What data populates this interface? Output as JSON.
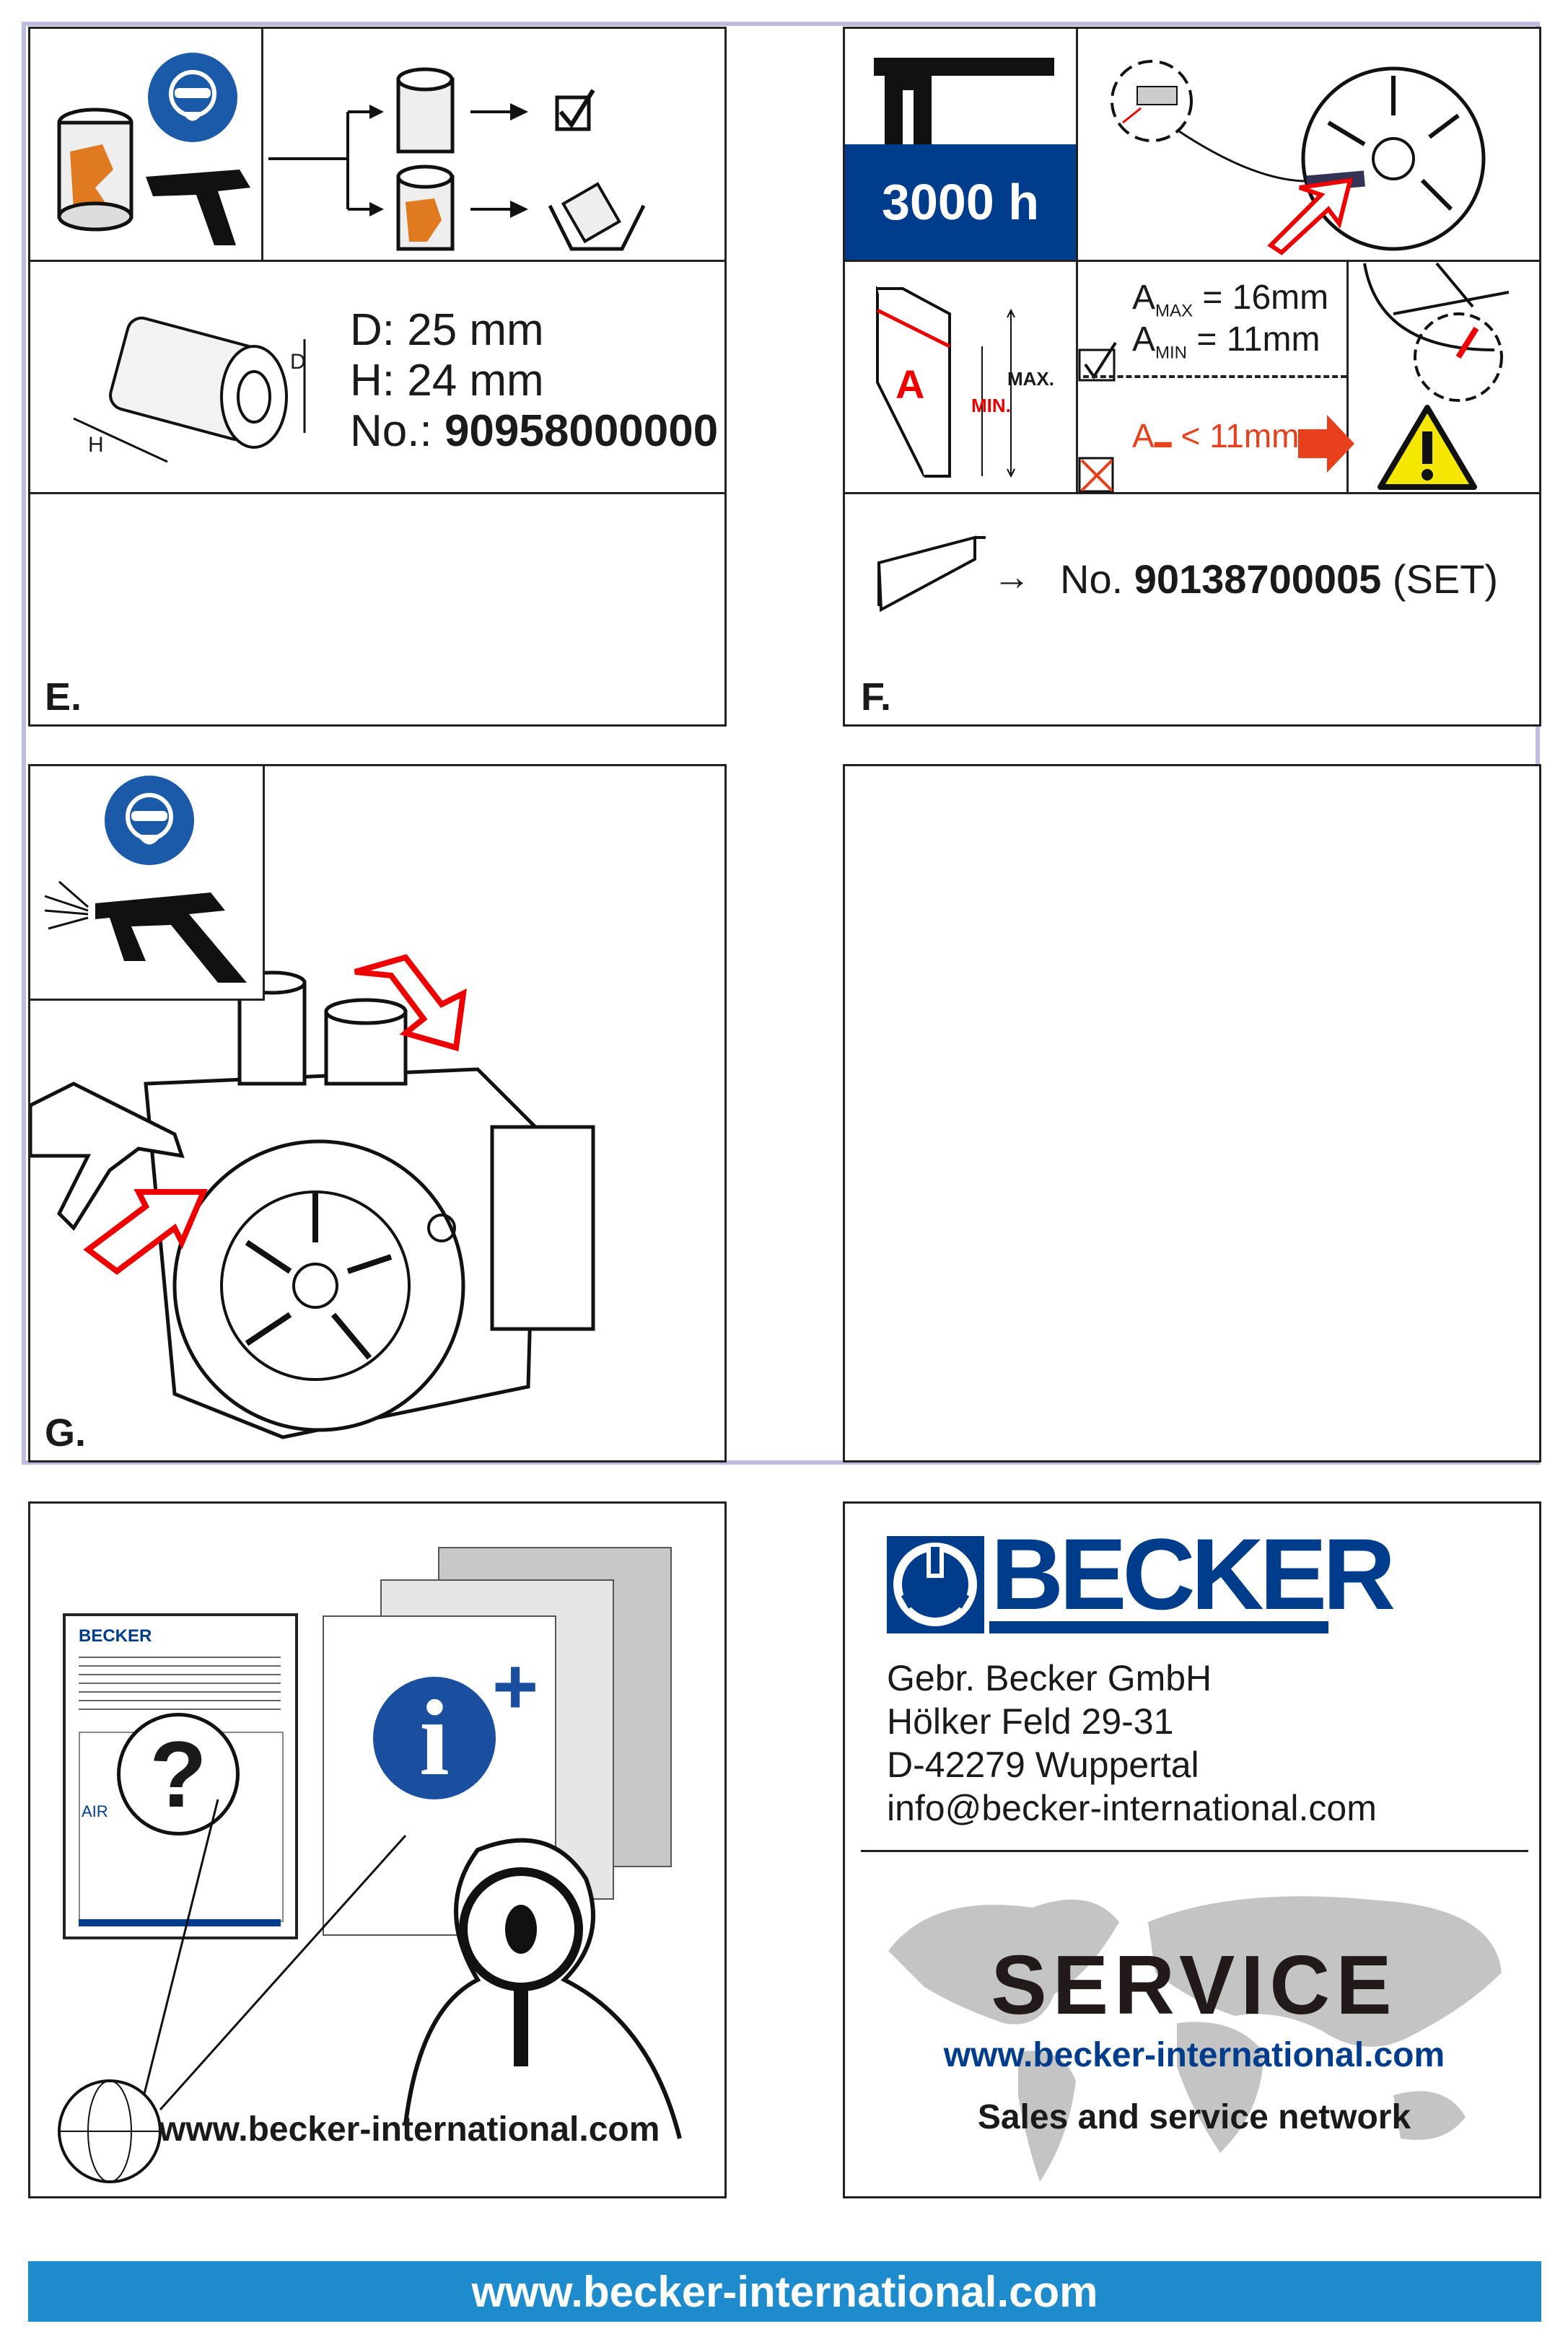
{
  "colors": {
    "brand_blue": "#003c8c",
    "footer_blue": "#1e8ccc",
    "warning_red": "#e8401c",
    "frame": "#bcbce0"
  },
  "panel_e": {
    "label": "E.",
    "d_label": "D: 25 mm",
    "h_label": "H: 24 mm",
    "no_prefix": "No.: ",
    "part_number": "90958000000",
    "dim_d": "D",
    "dim_h": "H"
  },
  "panel_f": {
    "label": "F.",
    "interval": "3000 h",
    "a_letter": "A",
    "max_label": "MAX.",
    "min_label": "MIN.",
    "a_max": {
      "base": "A",
      "sub": "MAX",
      "value": "= 16mm"
    },
    "a_min": {
      "base": "A",
      "sub": "MIN",
      "value": "= 11mm"
    },
    "a_warn": {
      "base": "A",
      "value": "< 11mm"
    },
    "no_prefix": "No. ",
    "part_number": "90138700005",
    "set_suffix": " (SET)",
    "arrow": "→"
  },
  "panel_g": {
    "label": "G."
  },
  "manual_panel": {
    "brand": "BECKER",
    "question": "?",
    "info": "i",
    "plus": "+",
    "air": "AIR",
    "url": "www.becker-international.com"
  },
  "contact_panel": {
    "brand": "BECKER",
    "address": [
      "Gebr. Becker GmbH",
      "Hölker Feld 29-31",
      "D-42279 Wuppertal",
      "info@becker-international.com"
    ],
    "service": "SERVICE",
    "url": "www.becker-international.com",
    "network": "Sales and service network"
  },
  "footer": {
    "url": "www.becker-international.com"
  }
}
